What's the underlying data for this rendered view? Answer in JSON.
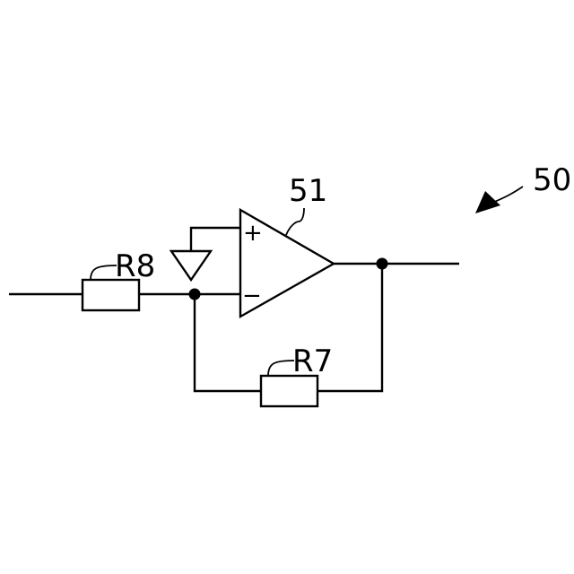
{
  "diagram": {
    "figure_ref": "50",
    "opamp": {
      "ref": "51",
      "plus_input": "+",
      "minus_input": "−"
    },
    "resistors": [
      {
        "ref": "R8"
      },
      {
        "ref": "R7"
      }
    ]
  }
}
